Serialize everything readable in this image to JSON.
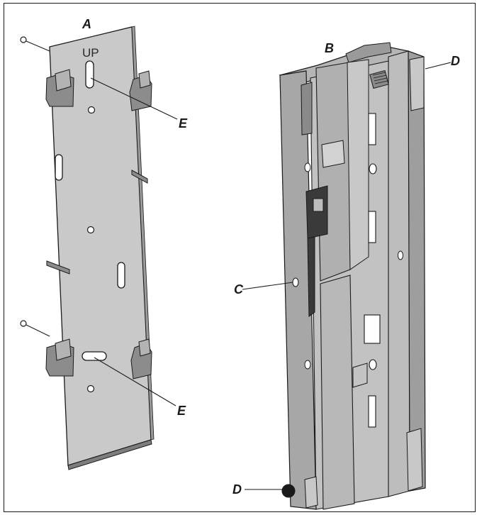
{
  "figure": {
    "labels": {
      "part_a": "A",
      "part_b": "B",
      "plate_marking": "UP",
      "c": "C",
      "d_top": "D",
      "d_bottom": "D",
      "e_top": "E",
      "e_bottom": "E"
    },
    "colors": {
      "metal_light": "#c9c9c9",
      "metal_mid": "#a9a9a9",
      "metal_dark": "#7d7d7d",
      "outline": "#1a1a1a",
      "latch": "#3a3a3a"
    }
  }
}
